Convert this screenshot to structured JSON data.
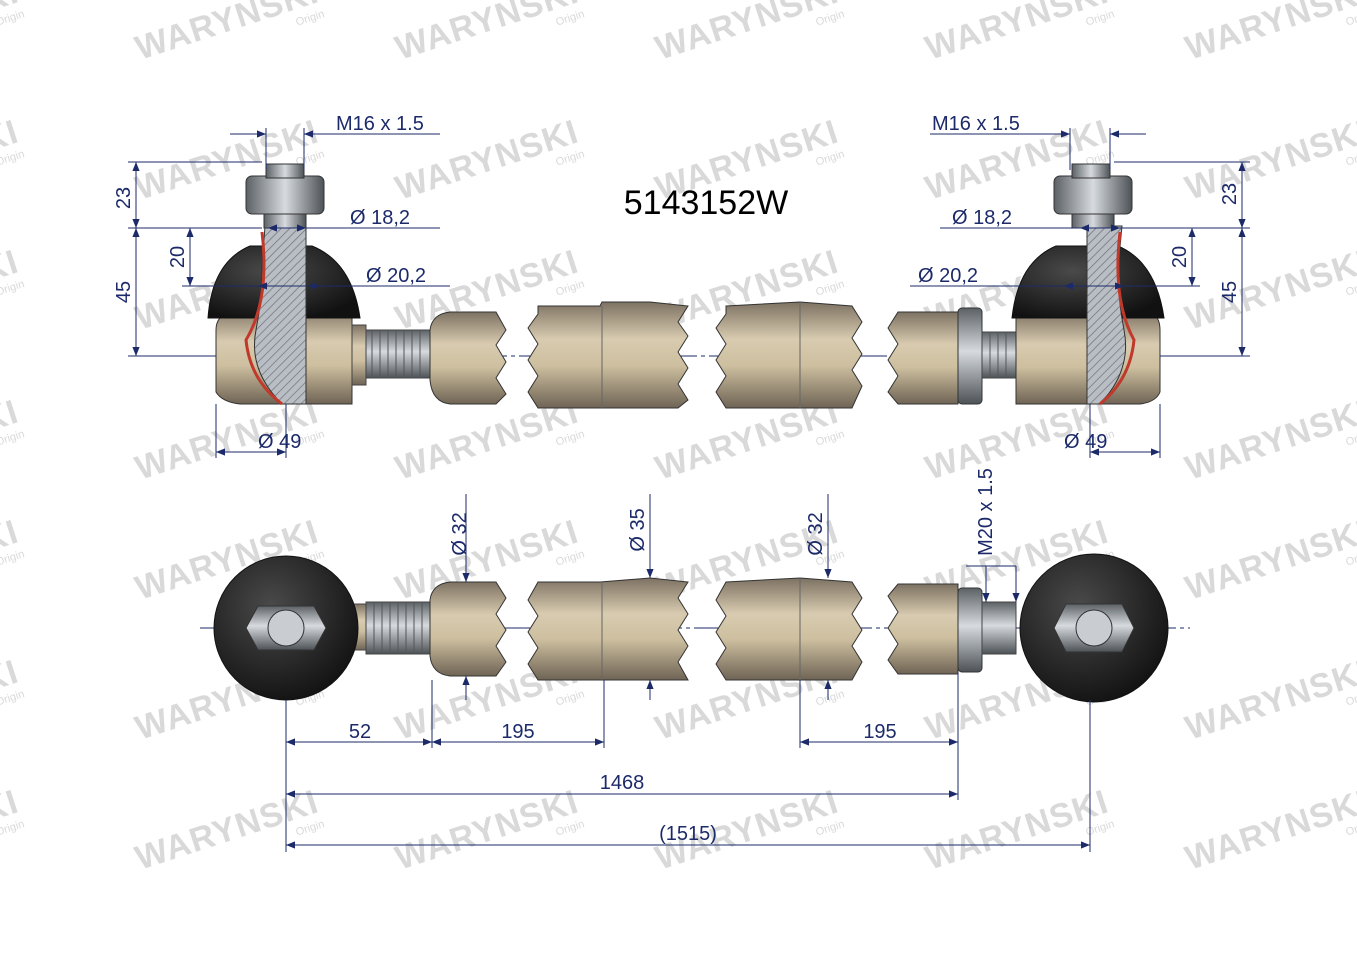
{
  "part_number": "5143152W",
  "watermark": {
    "brand": "WARYNSKI",
    "sub": "Origin"
  },
  "colors": {
    "dimension": "#1c2a6a",
    "tube": "#c9b99a",
    "rubber": "#1e1e1e",
    "steel": "#9aa0a6",
    "section": "#c0392b"
  },
  "top_view": {
    "thread_left": "M16 x 1.5",
    "thread_right": "M16 x 1.5",
    "dim_23_left": "23",
    "dim_20_left": "20",
    "dim_45_left": "45",
    "dim_23_right": "23",
    "dim_20_right": "20",
    "dim_45_right": "45",
    "dia_182_left": "Ø 18,2",
    "dia_202_left": "Ø 20,2",
    "dia_49_left": "Ø 49",
    "dia_182_right": "Ø 18,2",
    "dia_202_right": "Ø 20,2",
    "dia_49_right": "Ø 49"
  },
  "bottom_view": {
    "dia_32_a": "Ø 32",
    "dia_35": "Ø 35",
    "dia_32_b": "Ø 32",
    "thread_m20": "M20 x 1.5",
    "len_52": "52",
    "len_195_a": "195",
    "len_195_b": "195",
    "len_1468": "1468",
    "len_1515": "(1515)"
  }
}
